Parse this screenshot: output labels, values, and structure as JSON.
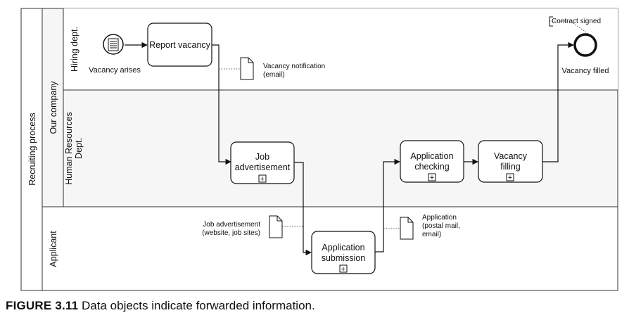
{
  "pool": {
    "label": "Recruiting process"
  },
  "lanes": {
    "company": "Our company",
    "hiring": "Hiring dept.",
    "hr_line1": "Human Resources",
    "hr_line2": "Dept.",
    "applicant": "Applicant"
  },
  "events": {
    "start_label": "Vacancy arises",
    "end_label": "Vacancy filled",
    "end_annotation": "Contract signed"
  },
  "tasks": {
    "report_vacancy": "Report vacancy",
    "job_adv_line1": "Job",
    "job_adv_line2": "advertisement",
    "app_check_line1": "Application",
    "app_check_line2": "checking",
    "vac_fill_line1": "Vacancy",
    "vac_fill_line2": "filling",
    "app_sub_line1": "Application",
    "app_sub_line2": "submission"
  },
  "data_objects": {
    "notification_line1": "Vacancy notification",
    "notification_line2": "(email)",
    "job_ad_line1": "Job advertisement",
    "job_ad_line2": "(website, job sites)",
    "application_line1": "Application",
    "application_line2": "(postal mail,",
    "application_line3": "email)"
  },
  "subprocess_marker": "+",
  "caption": {
    "figure": "FIGURE 3.11",
    "text": "Data objects indicate forwarded information."
  }
}
